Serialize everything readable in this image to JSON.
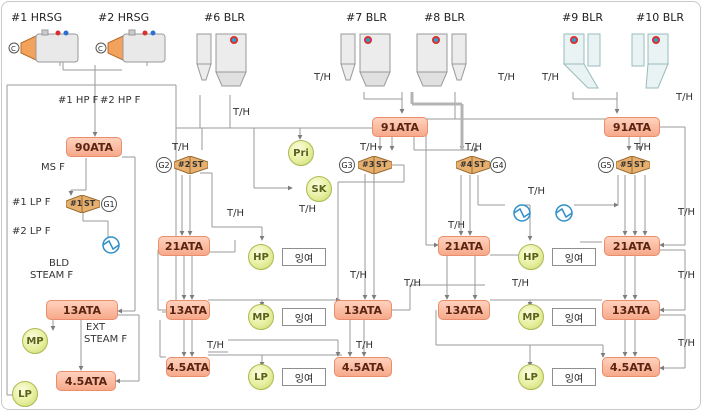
{
  "headers": {
    "hrsg1": "#1 HRSG",
    "hrsg2": "#2 HRSG",
    "blr6": "#6 BLR",
    "blr7": "#7 BLR",
    "blr8": "#8 BLR",
    "blr9": "#9 BLR",
    "blr10": "#10 BLR"
  },
  "headers_boxes": {
    "a90": "90ATA",
    "a91l": "91ATA",
    "a91r": "91ATA",
    "a21a": "21ATA",
    "a21b": "21ATA",
    "a21c": "21ATA",
    "a13a": "13ATA",
    "a13b": "13ATA",
    "a13c": "13ATA",
    "a13d": "13ATA",
    "a13e": "13ATA",
    "a45a": "4.5ATA",
    "a45b": "4.5ATA",
    "a45c": "4.5ATA",
    "a45d": "4.5ATA"
  },
  "turbines": {
    "st1": "#1",
    "st2": "#2",
    "st3": "#3",
    "st4": "#4",
    "st5": "#5",
    "st_label": "ST"
  },
  "generators": {
    "g1": "G1",
    "g2": "G2",
    "g3": "G3",
    "g4": "G4",
    "g5": "G5",
    "c": "C"
  },
  "balls": {
    "pri": "Pri",
    "sk": "SK",
    "hp": "HP",
    "mp": "MP",
    "lp": "LP"
  },
  "surplus": "잉여",
  "flow_labels": {
    "hp1": "#1 HP F",
    "hp2": "#2 HP F",
    "ms": "MS F",
    "lp1": "#1 LP F",
    "lp2": "#2 LP F",
    "bld1": "BLD",
    "bld2": "STEAM F",
    "ext1": "EXT",
    "ext2": "STEAM F",
    "th": "T/H"
  },
  "colors": {
    "header": "#f7a98a",
    "ball": "#e6ef9e",
    "line": "#8f8f8f",
    "exchanger": "#2f8fc8"
  }
}
